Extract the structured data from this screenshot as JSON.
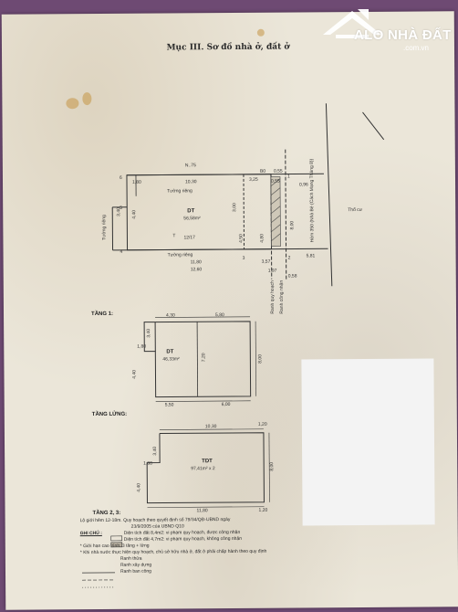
{
  "document": {
    "title": "Mục III. Sơ đồ nhà ở, đất ở",
    "sections": {
      "tang1": "TẦNG 1:",
      "tang_lung": "TẦNG LỬNG:",
      "tang23": "TẦNG 2, 3:"
    },
    "site_plan": {
      "road": "Hẻm 350 (Nhà Bè (Cách Mạng Tháng 8))",
      "neighbor_right": "Thổ cư",
      "lot_no": "T",
      "lot_no2": "12/17",
      "area_label": "DT",
      "area": "56,58m²",
      "wall_top": "Tường riêng",
      "wall_bottom": "Tường riêng",
      "wall_left": "Tường riêng",
      "dims": {
        "top": "10,30",
        "top_left": "1,80",
        "top_mid": "3,25",
        "top_r": "0,55",
        "n75": "N..75",
        "b0": "B0",
        "b055": "0,55",
        "r096": "0,96",
        "left_a": "3,40",
        "left_b": "4,40",
        "mid_a": "3,00",
        "mid_b": "4,50",
        "mid_c": "4,80",
        "mid_d": "8,00",
        "bottom_a": "11,80",
        "bottom_b": "12,60",
        "bottom_c": "3,57",
        "bottom_d": "0,58",
        "right": "5,81",
        "n_bot": "1,97"
      },
      "corners": [
        "6",
        "5",
        "4",
        "3",
        "2",
        "1"
      ],
      "planning_1": "Ranh quy hoạch",
      "planning_2": "Ranh công nhận"
    },
    "floor1": {
      "label": "DT",
      "area": "46,33m²",
      "d_top_a": "4,30",
      "d_top_b": "5,80",
      "d_left_a": "1,80",
      "d_left_b": "3,40",
      "d_left_c": "4,40",
      "d_mid": "7,20",
      "d_right": "8,00",
      "d_bot_a": "5,50",
      "d_bot_b": "6,00"
    },
    "mezz": {
      "label": "TDT",
      "area": "97,41m² x 2",
      "d_top": "10,30",
      "d_top_r": "1,20",
      "d_left_a": "3,40",
      "d_left_b": "1,80",
      "d_left_c": "4,40",
      "d_right": "8,00",
      "d_bot": "11,80",
      "d_bot_r": "1,20"
    },
    "notes": {
      "line1": "Lộ giới hẻm 12-18m. Quy hoạch theo quyết định số 79/34/QĐ-UBND ngày",
      "line2": "23/9/2005 của UBND Q10",
      "heading": "GHI CHÚ :",
      "legend1": "Diện tích đất 8,4m2: vi phạm quy hoạch, được công nhận",
      "legend2": "Diện tích đất 4,7m2: vi phạm quy hoạch, không công nhận",
      "item1": "* Giới hạn cao trình: 3 tầng + lửng",
      "item2": "* Khi nhà nước thực hiện quy hoạch, chủ sở hữu nhà ở, đất ở phải chấp hành theo quy định",
      "item3": "Ranh thửa",
      "item4": "Ranh xây dựng",
      "item5": "Ranh ban công"
    }
  },
  "watermark": {
    "brand": "ALO NHÀ ĐẤT",
    "domain": ".com.vn"
  },
  "colors": {
    "paper": "#ebe6d9",
    "background": "#6e4a73",
    "ink": "#2b2b2b",
    "blank_box": "#f3f3f3"
  }
}
